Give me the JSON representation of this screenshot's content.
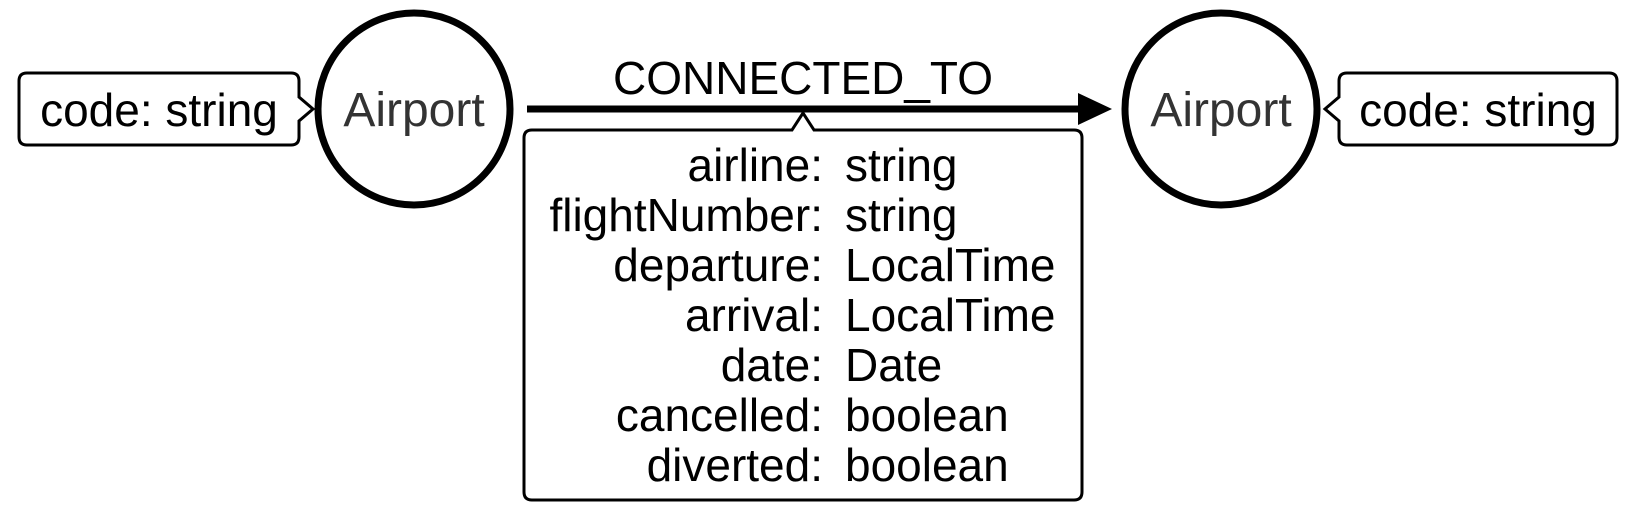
{
  "diagram": {
    "nodes": [
      {
        "label": "Airport",
        "properties": [
          "code: string"
        ]
      },
      {
        "label": "Airport",
        "properties": [
          "code: string"
        ]
      }
    ],
    "relationship": {
      "type": "CONNECTED_TO",
      "properties": [
        {
          "key": "airline:",
          "type": "string"
        },
        {
          "key": "flightNumber:",
          "type": "string"
        },
        {
          "key": "departure:",
          "type": "LocalTime"
        },
        {
          "key": "arrival:",
          "type": "LocalTime"
        },
        {
          "key": "date:",
          "type": "Date"
        },
        {
          "key": "cancelled:",
          "type": "boolean"
        },
        {
          "key": "diverted:",
          "type": "boolean"
        }
      ]
    },
    "colors": {
      "stroke": "#000000",
      "node_text": "#333333",
      "text": "#000000",
      "background": "#ffffff"
    }
  }
}
